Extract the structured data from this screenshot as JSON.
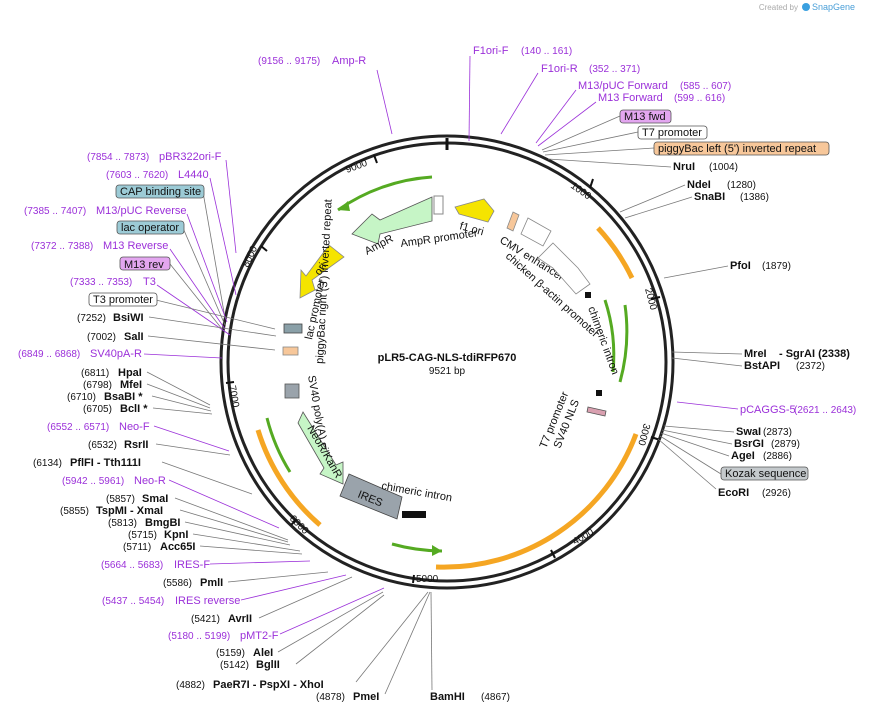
{
  "brand": {
    "created_by": "Created by",
    "name": "SnapGene"
  },
  "plasmid": {
    "name": "pLR5-CAG-NLS-tdiRFP670",
    "length": "9521 bp"
  },
  "ticks": [
    "1000",
    "2000",
    "3000",
    "4000",
    "5000",
    "6000",
    "7000",
    "8000",
    "9000"
  ],
  "right_sites": [
    {
      "name": "NruI",
      "pos": "(1004)"
    },
    {
      "name": "NdeI",
      "pos": "(1280)"
    },
    {
      "name": "SnaBI",
      "pos": "(1386)"
    },
    {
      "name": "PfoI",
      "pos": "(1879)"
    },
    {
      "name": "MreI",
      "pos": "- SgrAI  (2338)"
    },
    {
      "name": "BstAPI",
      "pos": "(2372)"
    },
    {
      "name": "SwaI",
      "pos": "(2873)"
    },
    {
      "name": "BsrGI",
      "pos": "(2879)"
    },
    {
      "name": "AgeI",
      "pos": "(2886)"
    },
    {
      "name": "EcoRI",
      "pos": "(2926)"
    }
  ],
  "left_sites": [
    {
      "name": "BsiWI",
      "pos": "(7252)"
    },
    {
      "name": "SalI",
      "pos": "(7002)"
    },
    {
      "name": "HpaI",
      "pos": "(6811)"
    },
    {
      "name": "MfeI",
      "pos": "(6798)"
    },
    {
      "name": "BsaBI *",
      "pos": "(6710)"
    },
    {
      "name": "BclI *",
      "pos": "(6705)"
    },
    {
      "name": "RsrII",
      "pos": "(6532)"
    },
    {
      "name": "PflFI  - Tth111I",
      "pos": "(6134)"
    },
    {
      "name": "SmaI",
      "pos": "(5857)"
    },
    {
      "name": "TspMI  - XmaI",
      "pos": "(5855)"
    },
    {
      "name": "BmgBI",
      "pos": "(5813)"
    },
    {
      "name": "KpnI",
      "pos": "(5715)"
    },
    {
      "name": "Acc65I",
      "pos": "(5711)"
    },
    {
      "name": "PmlI",
      "pos": "(5586)"
    },
    {
      "name": "AvrII",
      "pos": "(5421)"
    },
    {
      "name": "AleI",
      "pos": "(5159)"
    },
    {
      "name": "BglII",
      "pos": "(5142)"
    }
  ],
  "bottom_sites": {
    "paer7i_pos": "(4882)",
    "paer7i": "PaeR7I  - PspXI  - XhoI",
    "pmei_pos": "(4878)",
    "pmei": "PmeI",
    "bamhi": "BamHI",
    "bamhi_pos": "(4867)"
  },
  "top_primers": [
    {
      "name": "Amp-R",
      "pos": "(9156 .. 9175)"
    },
    {
      "name": "F1ori-F",
      "pos": "(140 .. 161)"
    },
    {
      "name": "F1ori-R",
      "pos": "(352 .. 371)"
    },
    {
      "name": "M13/pUC Forward",
      "pos": "(585 .. 607)"
    },
    {
      "name": "M13 Forward",
      "pos": "(599 .. 616)"
    }
  ],
  "left_primers": [
    {
      "name": "pBR322ori-F",
      "pos": "(7854 .. 7873)"
    },
    {
      "name": "L4440",
      "pos": "(7603 .. 7620)"
    },
    {
      "name": "M13/pUC Reverse",
      "pos": "(7385 .. 7407)"
    },
    {
      "name": "M13 Reverse",
      "pos": "(7372 .. 7388)"
    },
    {
      "name": "T3",
      "pos": "(7333 .. 7353)"
    },
    {
      "name": "SV40pA-R",
      "pos": "(6849 .. 6868)"
    },
    {
      "name": "Neo-F",
      "pos": "(6552 .. 6571)"
    },
    {
      "name": "Neo-R",
      "pos": "(5942 .. 5961)"
    },
    {
      "name": "IRES-F",
      "pos": "(5664 .. 5683)"
    },
    {
      "name": "IRES reverse",
      "pos": "(5437 .. 5454)"
    },
    {
      "name": "pMT2-F",
      "pos": "(5180 .. 5199)"
    }
  ],
  "right_primer": {
    "name": "pCAGGS-5",
    "pos": "(2621 .. 2643)"
  },
  "boxes": {
    "m13_fwd": "M13 fwd",
    "t7_promoter_top": "T7 promoter",
    "piggybac_left": "piggyBac left (5') inverted repeat",
    "cap_site": "CAP binding site",
    "lac_operator": "lac operator",
    "m13_rev": "M13 rev",
    "t3_promoter": "T3 promoter",
    "kozak": "Kozak sequence"
  },
  "inner_features": {
    "f1_ori": "f1 ori",
    "ampr_promoter": "AmpR promoter",
    "ampr": "AmpR",
    "ori": "ori",
    "lac_promoter": "lac promoter",
    "piggybac_right": "piggyBac right (3') inverted repeat",
    "cmv_enhancer": "CMV enhancer",
    "chicken_actin": "chicken β-actin promoter",
    "chimeric_intron_top": "chimeric intron",
    "t7_promoter": "T7 promoter",
    "sv40_nls": "SV40 NLS",
    "sv40_polya": "SV40 poly(A) signal",
    "neor": "NeoR/KanR",
    "ires": "IRES",
    "chimeric_intron_bottom": "chimeric intron"
  },
  "colors": {
    "backbone": "#222222",
    "primer": "#9b30d9",
    "origin": "#f5e400",
    "marker": "#c6f5c6",
    "orange": "#f5a623",
    "green": "#55aa22",
    "grey": "#9aa3ab"
  }
}
